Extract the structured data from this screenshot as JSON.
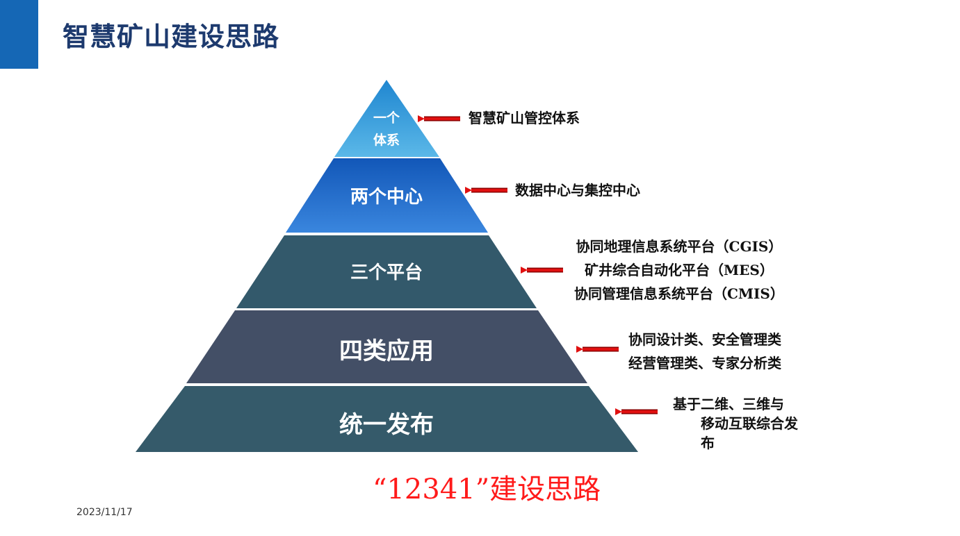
{
  "title": "智慧矿山建设思路",
  "tiers": [
    {
      "label_line1": "一个",
      "label_line2": "体系",
      "description": [
        "智慧矿山管控体系"
      ]
    },
    {
      "label": "两个中心",
      "description": [
        "数据中心与集控中心"
      ]
    },
    {
      "label": "三个平台",
      "description": [
        "协同地理信息系统平台（CGIS）",
        "矿井综合自动化平台（MES）",
        "协同管理信息系统平台（CMIS）"
      ]
    },
    {
      "label": "四类应用",
      "description": [
        "协同设计类、安全管理类",
        "经营管理类、专家分析类"
      ]
    },
    {
      "label": "统一发布",
      "description": [
        "基于二维、三维与",
        "移动互联综合发",
        "布"
      ]
    }
  ],
  "caption": "“12341”建设思路",
  "date": "2023/11/17",
  "colors": {
    "accent": "#1567b5",
    "title": "#1d3a6e",
    "tier1": "#3aa0d8",
    "tier2": "#1e6cc8",
    "tier3": "#33596b",
    "tier4": "#434f66",
    "tier5": "#355a6a",
    "arrow": "#e01010",
    "caption": "#ff1a1a"
  }
}
